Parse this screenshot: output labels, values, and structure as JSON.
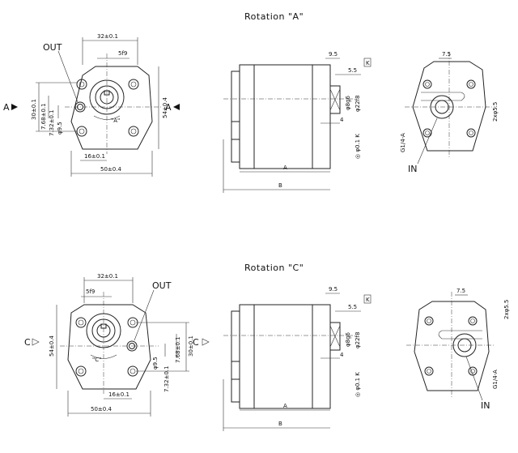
{
  "top": {
    "title": "Rotation \"A\"",
    "out_label": "OUT",
    "in_label": "IN",
    "section_letter": "A",
    "rotation_mark": "\"A\"",
    "dims": {
      "width_32": "32±0.1",
      "key_5f9": "5f9",
      "h_30": "30±0.1",
      "h_7_68": "7.68±0.1",
      "h_7_32": "7.32±0.1",
      "dia_9_5": "φ9.5",
      "w_16": "16±0.1",
      "w_50": "50±0.4",
      "h_54": "54±0.4",
      "d_9_5": "9.5",
      "d_5_5": "5.5",
      "d_4": "4",
      "k": "K",
      "dia_8": "φ8g6",
      "dia_22": "φ22f8",
      "tol": "◎ φ0.1 K",
      "a": "A",
      "b": "B",
      "w_7_5": "7.5",
      "hole_2x": "2xφ5.5",
      "thread": "G1/4-A"
    }
  },
  "bottom": {
    "title": "Rotation \"C\"",
    "out_label": "OUT",
    "in_label": "IN",
    "section_letter": "C",
    "rotation_mark": "\"C\"",
    "dims": {
      "width_32": "32±0.1",
      "key_5f9": "5f9",
      "h_30": "30±0.1",
      "h_7_68": "7.68±0.1",
      "h_7_32": "7.32±0.1",
      "dia_9_5": "φ9.5",
      "w_16": "16±0.1",
      "w_50": "50±0.4",
      "h_54": "54±0.4",
      "d_9_5": "9.5",
      "d_5_5": "5.5",
      "d_4": "4",
      "k": "K",
      "dia_8": "φ8g6",
      "dia_22": "φ22f8",
      "tol": "◎ φ0.1 K",
      "a": "A",
      "b": "B",
      "w_7_5": "7.5",
      "hole_2x": "2xφ5.5",
      "thread": "G1/4-A"
    }
  }
}
